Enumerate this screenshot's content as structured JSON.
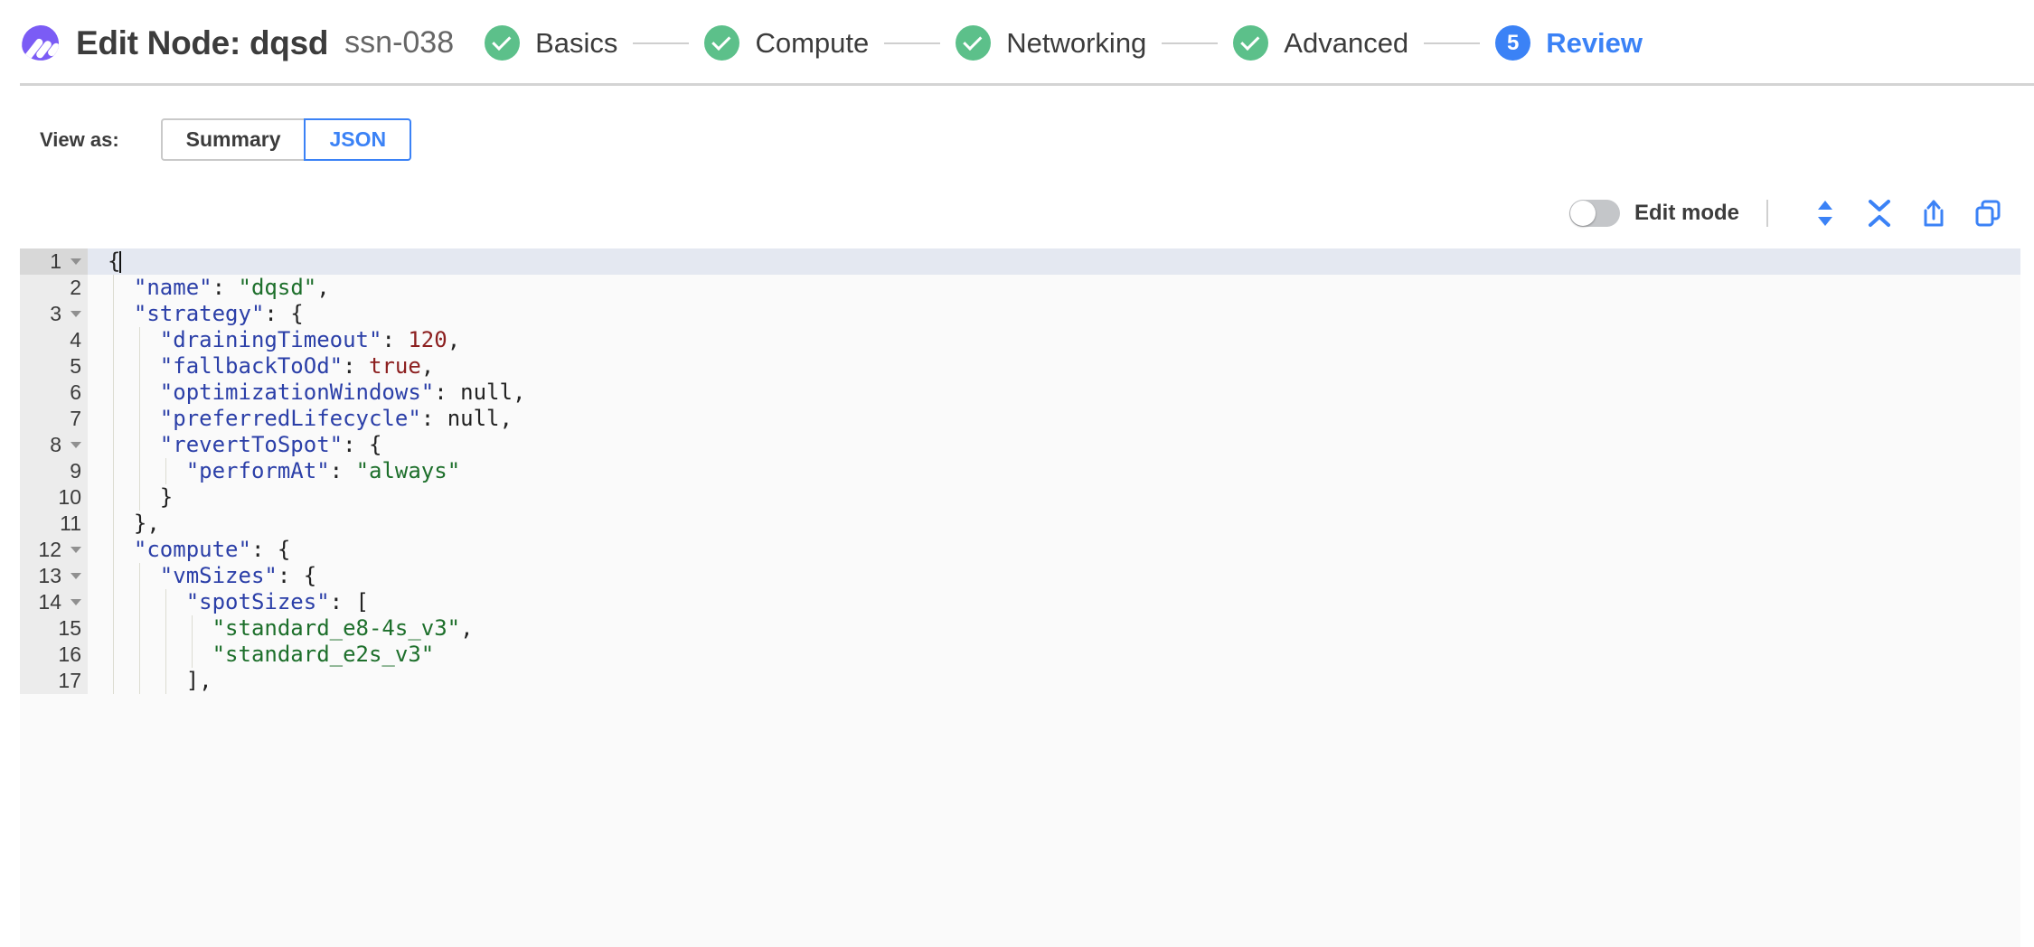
{
  "header": {
    "logo_icon": "spot-logo-icon",
    "title": "Edit Node: dqsd",
    "subtitle": "ssn-038",
    "steps": [
      {
        "label": "Basics",
        "state": "done",
        "badge": "check-icon"
      },
      {
        "label": "Compute",
        "state": "done",
        "badge": "check-icon"
      },
      {
        "label": "Networking",
        "state": "done",
        "badge": "check-icon"
      },
      {
        "label": "Advanced",
        "state": "done",
        "badge": "check-icon"
      },
      {
        "label": "Review",
        "state": "active",
        "badge": "5"
      }
    ]
  },
  "view_as": {
    "label": "View as:",
    "options": [
      {
        "label": "Summary",
        "selected": false
      },
      {
        "label": "JSON",
        "selected": true
      }
    ]
  },
  "toolbar": {
    "edit_mode_label": "Edit mode",
    "edit_mode_on": false,
    "icons": [
      {
        "name": "expand-all-icon",
        "tooltip": "Expand all"
      },
      {
        "name": "collapse-all-icon",
        "tooltip": "Collapse all"
      },
      {
        "name": "share-export-icon",
        "tooltip": "Export"
      },
      {
        "name": "copy-icon",
        "tooltip": "Copy"
      }
    ],
    "accent_color": "#3b82f6"
  },
  "editor": {
    "active_line": 1,
    "colors": {
      "key": "#2b3fa8",
      "string": "#1d6f2b",
      "number": "#8c1f1f",
      "boolean": "#8c1f1f",
      "null": "#222222",
      "background": "#fafafa",
      "gutter": "#ececec",
      "active_line": "#e4e8f1"
    },
    "lines": [
      {
        "n": 1,
        "fold": true,
        "indent": 0,
        "tokens": [
          {
            "t": "punct",
            "v": "{"
          }
        ],
        "caret": true
      },
      {
        "n": 2,
        "fold": false,
        "indent": 1,
        "tokens": [
          {
            "t": "key",
            "v": "\"name\""
          },
          {
            "t": "punct",
            "v": ": "
          },
          {
            "t": "str",
            "v": "\"dqsd\""
          },
          {
            "t": "punct",
            "v": ","
          }
        ]
      },
      {
        "n": 3,
        "fold": true,
        "indent": 1,
        "tokens": [
          {
            "t": "key",
            "v": "\"strategy\""
          },
          {
            "t": "punct",
            "v": ": {"
          }
        ]
      },
      {
        "n": 4,
        "fold": false,
        "indent": 2,
        "tokens": [
          {
            "t": "key",
            "v": "\"drainingTimeout\""
          },
          {
            "t": "punct",
            "v": ": "
          },
          {
            "t": "num",
            "v": "120"
          },
          {
            "t": "punct",
            "v": ","
          }
        ]
      },
      {
        "n": 5,
        "fold": false,
        "indent": 2,
        "tokens": [
          {
            "t": "key",
            "v": "\"fallbackToOd\""
          },
          {
            "t": "punct",
            "v": ": "
          },
          {
            "t": "bool",
            "v": "true"
          },
          {
            "t": "punct",
            "v": ","
          }
        ]
      },
      {
        "n": 6,
        "fold": false,
        "indent": 2,
        "tokens": [
          {
            "t": "key",
            "v": "\"optimizationWindows\""
          },
          {
            "t": "punct",
            "v": ": "
          },
          {
            "t": "null",
            "v": "null"
          },
          {
            "t": "punct",
            "v": ","
          }
        ]
      },
      {
        "n": 7,
        "fold": false,
        "indent": 2,
        "tokens": [
          {
            "t": "key",
            "v": "\"preferredLifecycle\""
          },
          {
            "t": "punct",
            "v": ": "
          },
          {
            "t": "null",
            "v": "null"
          },
          {
            "t": "punct",
            "v": ","
          }
        ]
      },
      {
        "n": 8,
        "fold": true,
        "indent": 2,
        "tokens": [
          {
            "t": "key",
            "v": "\"revertToSpot\""
          },
          {
            "t": "punct",
            "v": ": {"
          }
        ]
      },
      {
        "n": 9,
        "fold": false,
        "indent": 3,
        "tokens": [
          {
            "t": "key",
            "v": "\"performAt\""
          },
          {
            "t": "punct",
            "v": ": "
          },
          {
            "t": "str",
            "v": "\"always\""
          }
        ]
      },
      {
        "n": 10,
        "fold": false,
        "indent": 2,
        "tokens": [
          {
            "t": "punct",
            "v": "}"
          }
        ]
      },
      {
        "n": 11,
        "fold": false,
        "indent": 1,
        "tokens": [
          {
            "t": "punct",
            "v": "},"
          }
        ]
      },
      {
        "n": 12,
        "fold": true,
        "indent": 1,
        "tokens": [
          {
            "t": "key",
            "v": "\"compute\""
          },
          {
            "t": "punct",
            "v": ": {"
          }
        ]
      },
      {
        "n": 13,
        "fold": true,
        "indent": 2,
        "tokens": [
          {
            "t": "key",
            "v": "\"vmSizes\""
          },
          {
            "t": "punct",
            "v": ": {"
          }
        ]
      },
      {
        "n": 14,
        "fold": true,
        "indent": 3,
        "tokens": [
          {
            "t": "key",
            "v": "\"spotSizes\""
          },
          {
            "t": "punct",
            "v": ": ["
          }
        ]
      },
      {
        "n": 15,
        "fold": false,
        "indent": 4,
        "tokens": [
          {
            "t": "str",
            "v": "\"standard_e8-4s_v3\""
          },
          {
            "t": "punct",
            "v": ","
          }
        ]
      },
      {
        "n": 16,
        "fold": false,
        "indent": 4,
        "tokens": [
          {
            "t": "str",
            "v": "\"standard_e2s_v3\""
          }
        ]
      },
      {
        "n": 17,
        "fold": false,
        "indent": 3,
        "tokens": [
          {
            "t": "punct",
            "v": "],"
          }
        ]
      }
    ]
  }
}
